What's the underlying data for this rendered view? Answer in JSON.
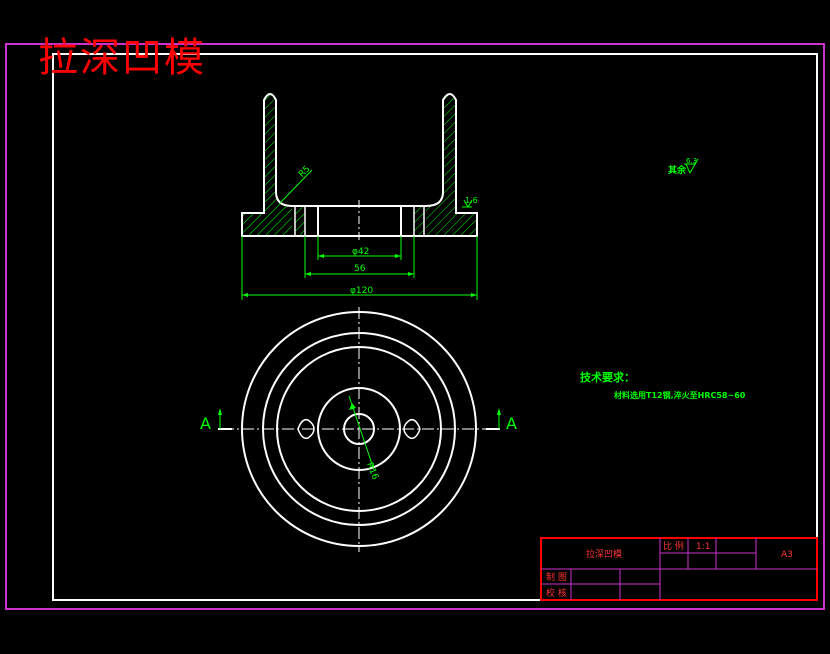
{
  "drawing": {
    "title": "拉深凹模",
    "colors": {
      "background": "#000000",
      "outline": "#ffffff",
      "frame": "#cc33cc",
      "dimension": "#00ff00",
      "title_block": "#ff0000",
      "title_text": "#ff0000"
    }
  },
  "dimensions": {
    "d42": "φ42",
    "d56": "56",
    "d120": "φ120",
    "r5": "R5",
    "r16": "R16",
    "rough_top": "1.6"
  },
  "surface_finish": {
    "label": "其余",
    "value": "6.3"
  },
  "tech_requirements": {
    "heading": "技术要求：",
    "line1": "材料选用T12钢,淬火至HRC58~60"
  },
  "section_marks": {
    "left": "A",
    "right": "A"
  },
  "title_block": {
    "name": "拉深凹模",
    "scale_label": "比 例",
    "scale_value": "1:1",
    "sheet": "A3",
    "drawn_label": "制 图",
    "checked_label": "校 核"
  }
}
